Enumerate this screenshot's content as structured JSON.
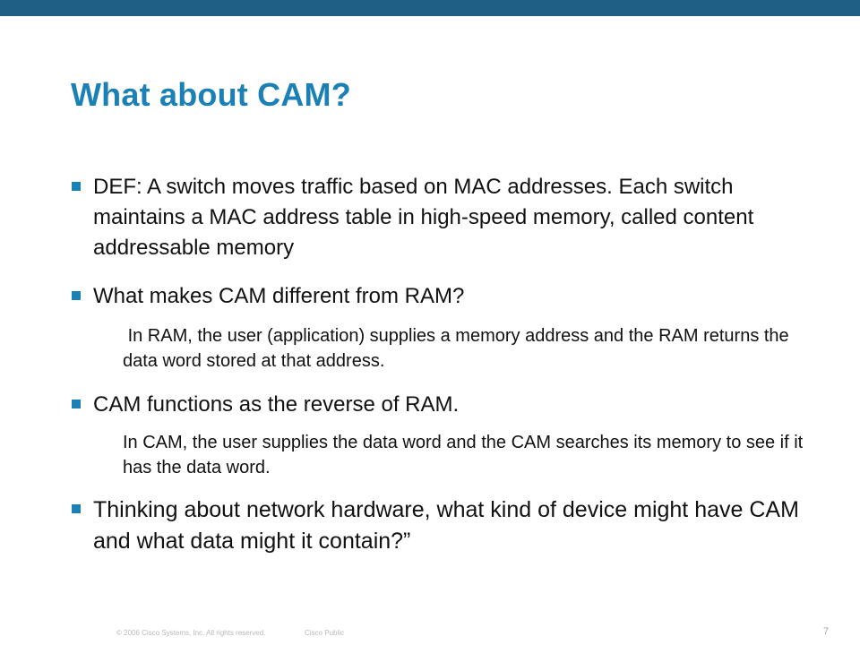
{
  "slide": {
    "title": "What about CAM?",
    "bullets": [
      "DEF: A switch moves traffic based on MAC addresses. Each switch maintains a MAC address table in high-speed memory, called content addressable memory",
      "What makes CAM different from RAM?",
      "CAM functions as the reverse of RAM.",
      "Thinking about network hardware, what kind of device might have CAM and what data might it contain?”"
    ],
    "sub_bullets": [
      " In RAM, the user (application) supplies a memory address and the RAM returns the data word stored at that address.",
      "In CAM, the user supplies the data word and the CAM searches its memory to see if it has the data word."
    ]
  },
  "footer": {
    "copyright": "© 2006 Cisco Systems, Inc. All rights reserved.",
    "classification": "Cisco Public",
    "page_number": "7"
  },
  "colors": {
    "top_bar": "#1f5f86",
    "title": "#1b80b5",
    "bullet_marker": "#1b80b5",
    "body_text": "#111111"
  }
}
